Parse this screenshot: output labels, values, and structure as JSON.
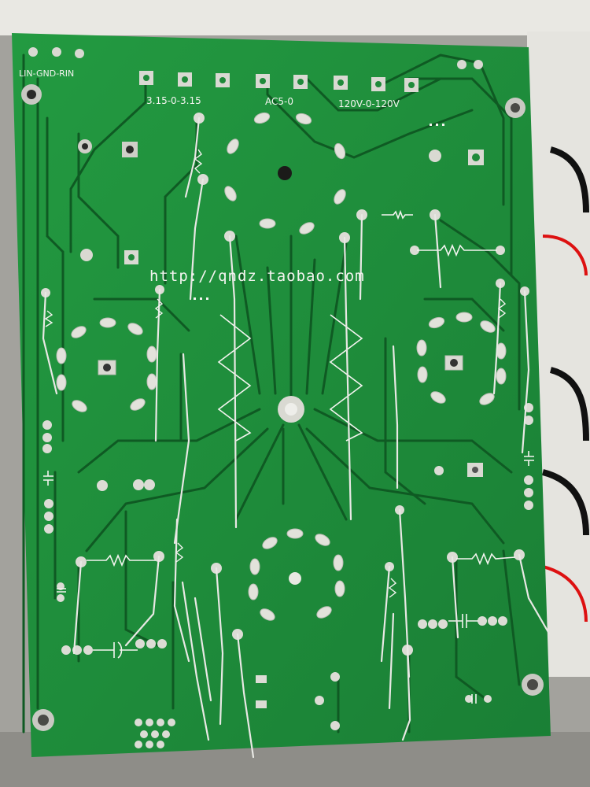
{
  "labels": {
    "lin_gnd_rin": "LIN-GND-RIN",
    "heater": "3.15-0-3.15",
    "ac5": "AC5-0",
    "hv": "120V-0-120V",
    "url": "http://qndz.taobao.com"
  },
  "colors": {
    "board": "#1f8a3a",
    "trace": "#0f5a23",
    "silk": "#f4f4f0",
    "pad": "#d9d9d2",
    "background": "#9a9a96"
  }
}
